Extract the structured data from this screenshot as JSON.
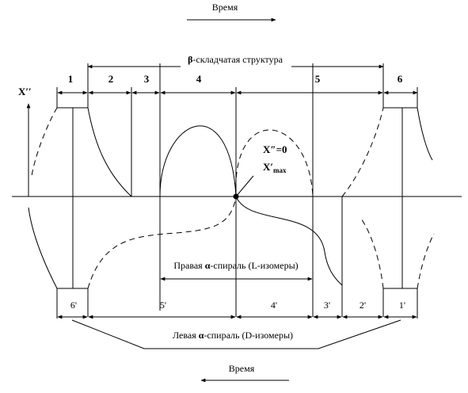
{
  "time_top": "Время",
  "time_bottom": "Время",
  "beta": {
    "symbol": "β",
    "text": "-складчатая структура"
  },
  "y_axis_label": "X′′",
  "zero_label": "X″=0",
  "max_label": {
    "main": "X′",
    "sub": "max"
  },
  "top_regions": [
    "1",
    "2",
    "3",
    "4",
    "5",
    "6"
  ],
  "bottom_regions": [
    "6'",
    "5'",
    "4'",
    "3'",
    "2'",
    "1'"
  ],
  "right_helix": {
    "pre": "Правая ",
    "symbol": "α",
    "post": "-спираль (L-изомеры)"
  },
  "left_helix": {
    "pre": "Левая ",
    "symbol": "α",
    "post": "-спираль (D-изомеры)"
  }
}
